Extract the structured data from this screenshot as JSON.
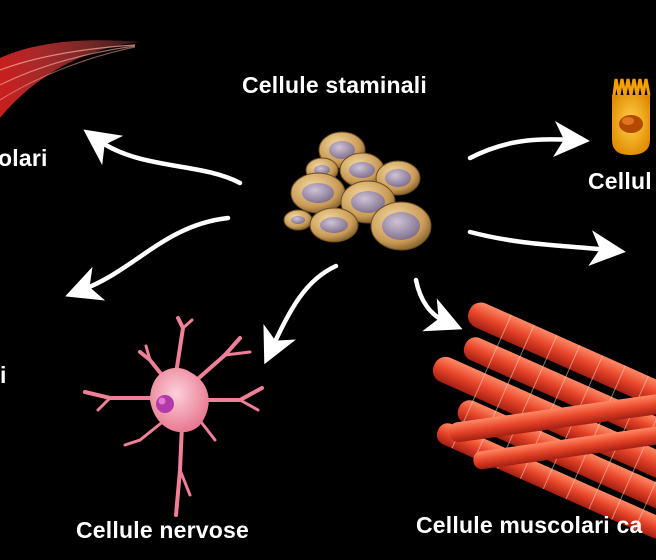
{
  "title": "Cellule staminali",
  "labels": {
    "top_left_partial": "olari",
    "top_right_partial": "Cellul",
    "left_partial": "i",
    "nerve": "Cellule nervose",
    "cardiac_partial": "Cellule muscolari ca"
  },
  "colors": {
    "background": "#000000",
    "text": "#ffffff",
    "arrow": "#ffffff",
    "stem_cell_fill": "#c99a55",
    "stem_cell_nucleus": "#9b8aa6",
    "muscle_red": "#e8452a",
    "neuron_pink": "#f28aa0",
    "neuron_nucleus": "#b23aa8",
    "epithelial_orange": "#f5a000"
  },
  "icons": [
    "stem-cell-cluster-icon",
    "smooth-muscle-icon",
    "epithelial-cell-icon",
    "neuron-icon",
    "cardiac-muscle-icon"
  ]
}
